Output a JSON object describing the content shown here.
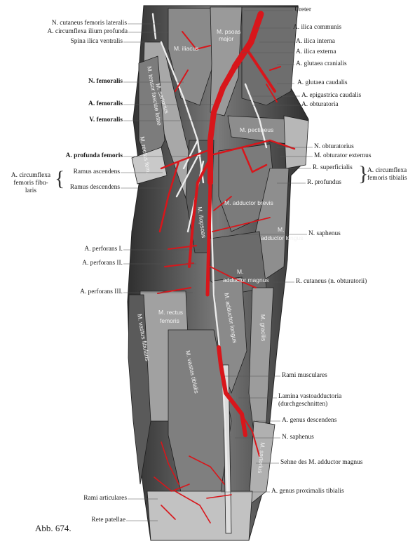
{
  "colors": {
    "muscle_dark": "#3c3c3c",
    "muscle_mid": "#6b6b6b",
    "muscle_light": "#bdbdbd",
    "artery": "#d8161b",
    "nerve": "#e8e8e8",
    "leader": "#555555"
  },
  "figure_label": "Abb. 674.",
  "labels_left": [
    {
      "id": "n-cutaneus-femoris-lateralis",
      "text": "N. cutaneus femoris lateralis",
      "bold": false
    },
    {
      "id": "a-circumflexa-ilium-profunda",
      "text": "A. circumflexa ilium profunda",
      "bold": false
    },
    {
      "id": "spina-ilica-ventralis",
      "text": "Spina ilica ventralis",
      "bold": false
    },
    {
      "id": "n-femoralis",
      "text": "N. femoralis",
      "bold": true
    },
    {
      "id": "a-femoralis",
      "text": "A. femoralis",
      "bold": true
    },
    {
      "id": "v-femoralis",
      "text": "V. femoralis",
      "bold": true
    },
    {
      "id": "a-profunda-femoris",
      "text": "A. profunda femoris",
      "bold": true
    },
    {
      "id": "ramus-ascendens",
      "text": "Ramus ascendens",
      "bold": false
    },
    {
      "id": "ramus-descendens",
      "text": "Ramus descendens",
      "bold": false
    },
    {
      "id": "a-perforans-1",
      "text": "A. perforans I.",
      "bold": false
    },
    {
      "id": "a-perforans-2",
      "text": "A. perforans II.",
      "bold": false
    },
    {
      "id": "a-perforans-3",
      "text": "A. perforans III.",
      "bold": false
    },
    {
      "id": "rami-articulares",
      "text": "Rami articulares",
      "bold": false
    },
    {
      "id": "rete-patellae",
      "text": "Rete patellae",
      "bold": false
    }
  ],
  "group_left": {
    "line1": "A. circumflexa",
    "line2": "femoris fibu-",
    "line3": "laris"
  },
  "labels_right": [
    {
      "id": "ureter",
      "text": "Ureter"
    },
    {
      "id": "a-ilica-communis",
      "text": "A. ilica communis"
    },
    {
      "id": "a-ilica-interna",
      "text": "A. ilica interna"
    },
    {
      "id": "a-ilica-externa",
      "text": "A. ilica externa"
    },
    {
      "id": "a-glutaea-cranialis",
      "text": "A. glutaea cranialis"
    },
    {
      "id": "a-glutaea-caudalis",
      "text": "A. glutaea caudalis"
    },
    {
      "id": "a-epigastrica-caudalis",
      "text": "A. epigastrica caudalis"
    },
    {
      "id": "a-obturatoria",
      "text": "A. obturatoria"
    },
    {
      "id": "n-obturatorius",
      "text": "N. obturatorius"
    },
    {
      "id": "m-obturator-externus",
      "text": "M. obturator externus"
    },
    {
      "id": "r-superficialis",
      "text": "R. superficialis"
    },
    {
      "id": "r-profundus",
      "text": "R. profundus"
    },
    {
      "id": "n-saphenus-1",
      "text": "N. saphenus"
    },
    {
      "id": "r-cutaneus",
      "text": "R. cutaneus (n. obturatorii)"
    },
    {
      "id": "rami-musculares",
      "text": "Rami musculares"
    },
    {
      "id": "lamina-1",
      "text": "Lamina vastoadductoria"
    },
    {
      "id": "lamina-2",
      "text": "(durchgeschnitten)"
    },
    {
      "id": "a-genus-descendens",
      "text": "A. genus descendens"
    },
    {
      "id": "n-saphenus-2",
      "text": "N. saphenus"
    },
    {
      "id": "sehne",
      "text": "Sehne des M. adductor magnus"
    },
    {
      "id": "a-genus-proximalis-tibialis",
      "text": "A. genus proximalis tibialis"
    }
  ],
  "group_right": {
    "line1": "A. circumflexa",
    "line2": "femoris tibialis"
  },
  "muscle_labels": {
    "psoas_1": "M. psoas",
    "psoas_2": "major",
    "iliacus": "M. iliacus",
    "sartorius": "M. sartorius",
    "tensor": "M. tensor fasciae latae",
    "rectus_top": "M. rectus fem.",
    "pectineus": "M. pectineus",
    "adductor_brevis": "M. adductor brevis",
    "iliopsoas": "M. iliopsoas",
    "adductor_longus_1": "M.",
    "adductor_longus_2": "adductor longus",
    "adductor_magnus_1": "M.",
    "adductor_magnus_2": "adductor magnus",
    "rectus_1": "M. rectus",
    "rectus_2": "femoris",
    "vastus_fib": "M. vastus fibularis",
    "adductor_longus_low": "M. adductor longus",
    "gracilis": "M. gracilis",
    "vastus_tib": "M. vastus tibialis",
    "sartorius_low": "M. sartorius"
  }
}
